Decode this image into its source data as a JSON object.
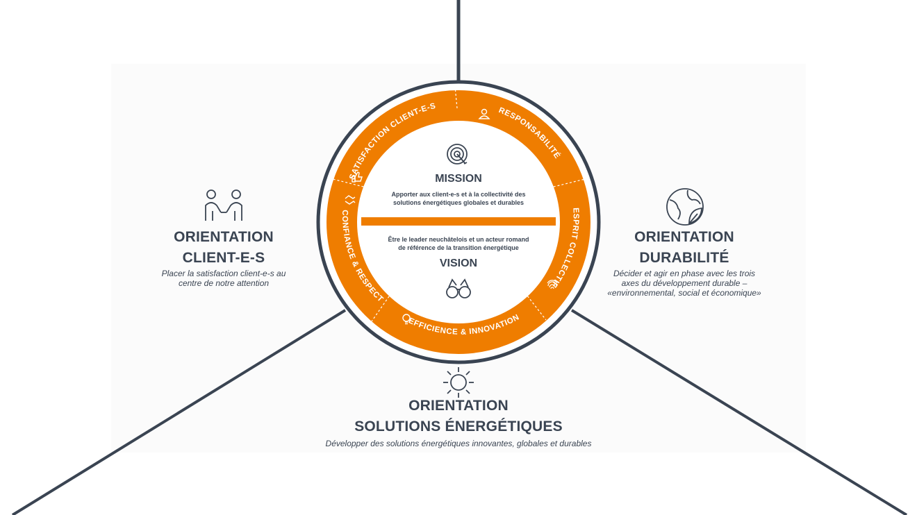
{
  "colors": {
    "orange": "#ef7d00",
    "dark": "#3a4452",
    "white": "#ffffff",
    "backdrop": "#fbfbfb"
  },
  "center": {
    "mission": {
      "icon": "target-icon",
      "title": "MISSION",
      "line1": "Apporter aux client-e-s et à la collectivité des",
      "line2": "solutions énergétiques globales et durables"
    },
    "vision": {
      "icon": "binoculars-icon",
      "title": "VISION",
      "line1": "Être le leader neuchâtelois et un acteur romand",
      "line2": "de référence de la transition énergétique"
    }
  },
  "values": [
    {
      "label": "SATISFACTION CLIENT-E-S",
      "icon": "thumbs-up-icon"
    },
    {
      "label": "RESPONSABILITÉ",
      "icon": "person-icon"
    },
    {
      "label": "ESPRIT COLLECTIF",
      "icon": "fingerprint-icon"
    },
    {
      "label": "EFFICIENCE & INNOVATION",
      "icon": "lightbulb-icon"
    },
    {
      "label": "CONFIANCE & RESPECT",
      "icon": "handshake-icon"
    }
  ],
  "orientations": {
    "client": {
      "icon": "people-icon",
      "title_line1": "ORIENTATION",
      "title_line2": "CLIENT-E-S",
      "desc_line1": "Placer la satisfaction client-e-s au",
      "desc_line2": "centre de notre attention"
    },
    "durabilite": {
      "icon": "globe-leaf-icon",
      "title_line1": "ORIENTATION",
      "title_line2": "DURABILITÉ",
      "desc_line1": "Décider et agir en phase avec les trois",
      "desc_line2": "axes du développement durable –",
      "desc_line3": "«environnemental, social et économique»"
    },
    "solutions": {
      "icon": "sun-icon",
      "title_line1": "ORIENTATION",
      "title_line2": "SOLUTIONS ÉNERGÉTIQUES",
      "desc_line1": "Développer des solutions énergétiques innovantes, globales et durables"
    }
  }
}
